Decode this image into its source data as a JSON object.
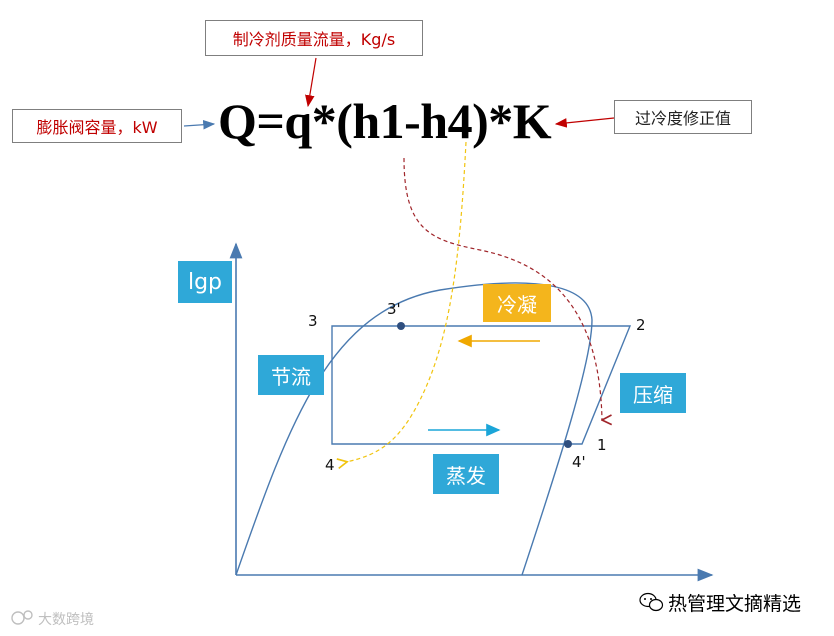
{
  "formula": "Q=q*(h1-h4)*K",
  "callouts": {
    "mass_flow": "制冷剂质量流量，Kg/s",
    "valve_capacity": "膨胀阀容量，kW",
    "subcool_correction": "过冷度修正值"
  },
  "axis": {
    "y_label": "lgp"
  },
  "process_labels": {
    "condense": "冷凝",
    "throttle": "节流",
    "compress": "压缩",
    "evaporate": "蒸发"
  },
  "points": {
    "p1": "1",
    "p2": "2",
    "p3": "3",
    "p3p": "3'",
    "p4": "4",
    "p4p": "4'"
  },
  "watermarks": {
    "left": "大数跨境",
    "right": "热管理文摘精选"
  },
  "colors": {
    "axis": "#4a7ab0",
    "cycle": "#4a7ab0",
    "callout_text": "#c00000",
    "arrow_dark_red": "#a0252a",
    "arrow_yellow": "#f1c40f",
    "arrow_gold": "#f0a800",
    "arrow_cyan": "#1ba5d8"
  },
  "icons": {
    "wechat": "wechat-icon",
    "logo": "dashu-logo-icon"
  }
}
